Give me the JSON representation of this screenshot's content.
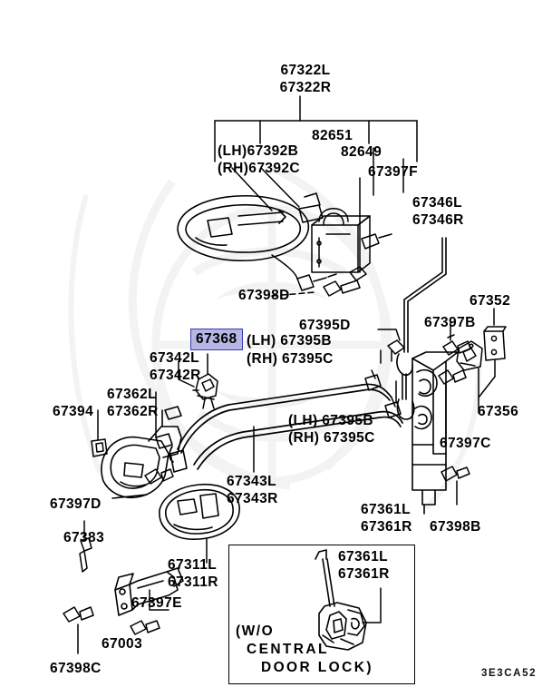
{
  "diagram": {
    "title": "Front door handle and latch assembly parts diagram",
    "sheet_code": "3E3CA52",
    "background_watermark": "stylized emblem watermark",
    "ink_color": "#000000",
    "highlight_fill": "#b6b6e4",
    "highlight_border": "#3a3ab4"
  },
  "callouts": [
    {
      "id": "c-67322",
      "text": "67322L\n67322R"
    },
    {
      "id": "c-82651",
      "text": "82651"
    },
    {
      "id": "c-82649",
      "text": "82649"
    },
    {
      "id": "c-67392b",
      "text": "(LH)67392B"
    },
    {
      "id": "c-67392c",
      "text": "(RH)67392C"
    },
    {
      "id": "c-67397f",
      "text": "67397F"
    },
    {
      "id": "c-67346",
      "text": "67346L\n67346R"
    },
    {
      "id": "c-67398d",
      "text": "67398D"
    },
    {
      "id": "c-67395d",
      "text": "67395D"
    },
    {
      "id": "c-67352",
      "text": "67352"
    },
    {
      "id": "c-67397b",
      "text": "67397B"
    },
    {
      "id": "c-67368",
      "text": "67368",
      "highlighted": true
    },
    {
      "id": "c-67395b",
      "text": "(LH) 67395B"
    },
    {
      "id": "c-67395c",
      "text": "(RH) 67395C"
    },
    {
      "id": "c-67342",
      "text": "67342L\n67342R"
    },
    {
      "id": "c-67362",
      "text": "67362L\n67362R"
    },
    {
      "id": "c-67394",
      "text": "67394"
    },
    {
      "id": "c-67395b2",
      "text": "(LH) 67395B"
    },
    {
      "id": "c-67395c2",
      "text": "(RH) 67395C"
    },
    {
      "id": "c-67356",
      "text": "67356"
    },
    {
      "id": "c-67397c",
      "text": "67397C"
    },
    {
      "id": "c-67343",
      "text": "67343L\n67343R"
    },
    {
      "id": "c-67397d",
      "text": "67397D"
    },
    {
      "id": "c-67383",
      "text": "67383"
    },
    {
      "id": "c-67311",
      "text": "67311L\n67311R"
    },
    {
      "id": "c-67361-main",
      "text": "67361L\n67361R"
    },
    {
      "id": "c-67398b",
      "text": "67398B"
    },
    {
      "id": "c-67397e",
      "text": "67397E"
    },
    {
      "id": "c-67003",
      "text": "67003"
    },
    {
      "id": "c-67398c",
      "text": "67398C"
    }
  ],
  "inset": {
    "parts": "67361L\n67361R",
    "caption_line1": "(W/O",
    "caption_line2": "CENTRAL",
    "caption_line3": "DOOR LOCK)"
  }
}
